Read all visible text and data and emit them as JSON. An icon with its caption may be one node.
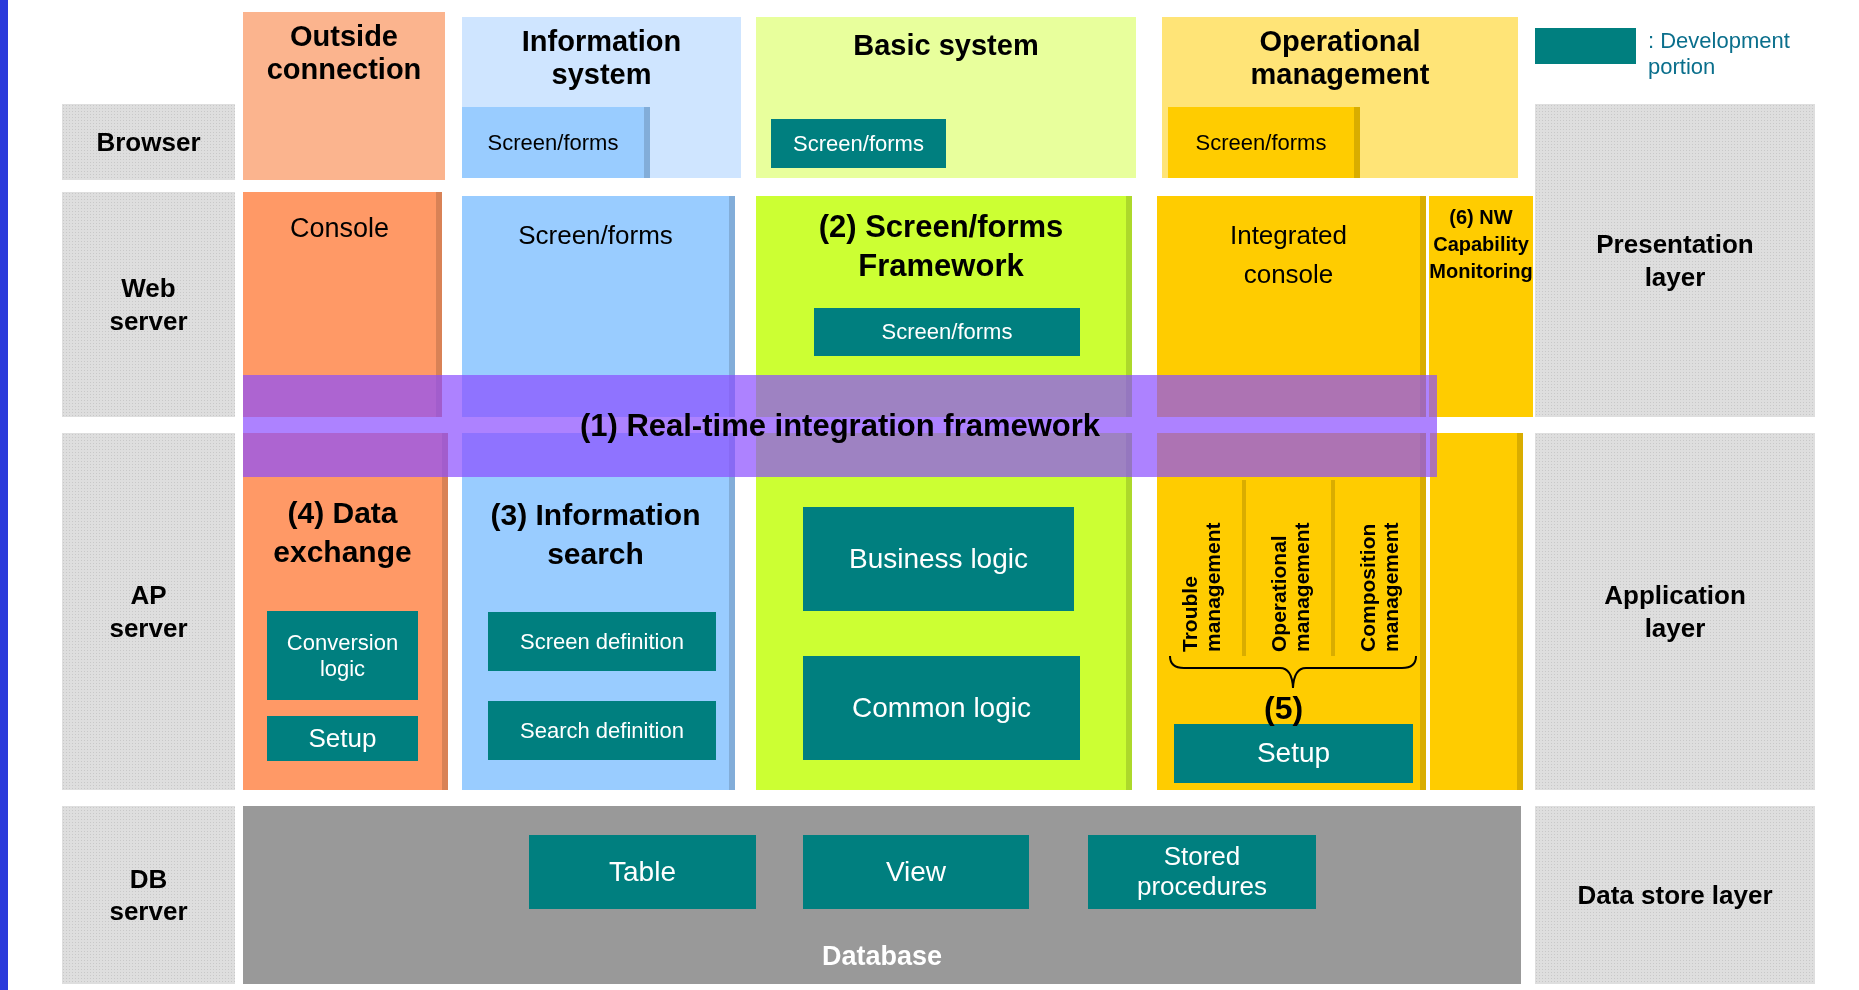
{
  "diagram": {
    "nodes": [
      {
        "text": [
          "Browser"
        ]
      },
      {
        "text": [
          "Outside connection"
        ]
      },
      {
        "text": [
          "Information system"
        ]
      },
      {
        "text": [
          "Screen/forms"
        ],
        "in": 2
      },
      {
        "text": [
          "Basic system"
        ]
      },
      {
        "text": [
          "Screen/forms"
        ],
        "in": 4
      },
      {
        "text": [
          "Operational management"
        ]
      },
      {
        "text": [
          "Screen/forms"
        ],
        "in": 6
      },
      {
        "text": [
          "Web server"
        ]
      },
      {
        "text": [
          "Console"
        ]
      },
      {
        "text": [
          "Screen/forms"
        ]
      },
      {
        "text": [
          "(2) Screen/forms Framework"
        ]
      },
      {
        "text": [
          "Screen/forms"
        ],
        "in": 11
      },
      {
        "text": [
          "Integrated console"
        ]
      },
      {
        "text": [
          "(6) NW Capability Monitoring"
        ]
      },
      {
        "text": [
          "Presentation layer"
        ]
      },
      {
        "text": [
          "(1) Real-time integration framework"
        ]
      },
      {
        "text": [
          "AP server"
        ]
      },
      {
        "text": [
          "(4) Data exchange"
        ]
      },
      {
        "text": [
          "Conversion logic"
        ],
        "in": 18
      },
      {
        "text": [
          "Setup"
        ],
        "in": 18
      },
      {
        "text": [
          "(3) Information search"
        ]
      },
      {
        "text": [
          "Screen definition"
        ],
        "in": 21
      },
      {
        "text": [
          "Search definition"
        ],
        "in": 21
      },
      {
        "text": [],
        "shape": "box"
      },
      {
        "text": [
          "Business logic"
        ],
        "in": 24
      },
      {
        "text": [
          "Common logic"
        ],
        "in": 24
      },
      {
        "text": [],
        "shape": "box"
      },
      {
        "text": [
          "Trouble management"
        ],
        "in": 27
      },
      {
        "text": [
          "Operational management"
        ],
        "in": 27
      },
      {
        "text": [
          "Composition management"
        ],
        "in": 27
      },
      {
        "text": [
          "Setup"
        ],
        "in": 27
      },
      {
        "text": [],
        "shape": "box"
      },
      {
        "text": [
          "Application layer"
        ]
      },
      {
        "text": [
          "DB server"
        ]
      },
      {
        "text": [
          "Database"
        ]
      },
      {
        "text": [
          "Table"
        ],
        "in": 35
      },
      {
        "text": [
          "View"
        ],
        "in": 35
      },
      {
        "text": [
          "Stored procedures"
        ],
        "in": 35
      },
      {
        "text": [
          "Data store layer"
        ]
      }
    ],
    "labels": [
      "(5)"
    ],
    "legend": [
      {
        "text": ": Development portion",
        "color": "#007f7f"
      }
    ]
  }
}
